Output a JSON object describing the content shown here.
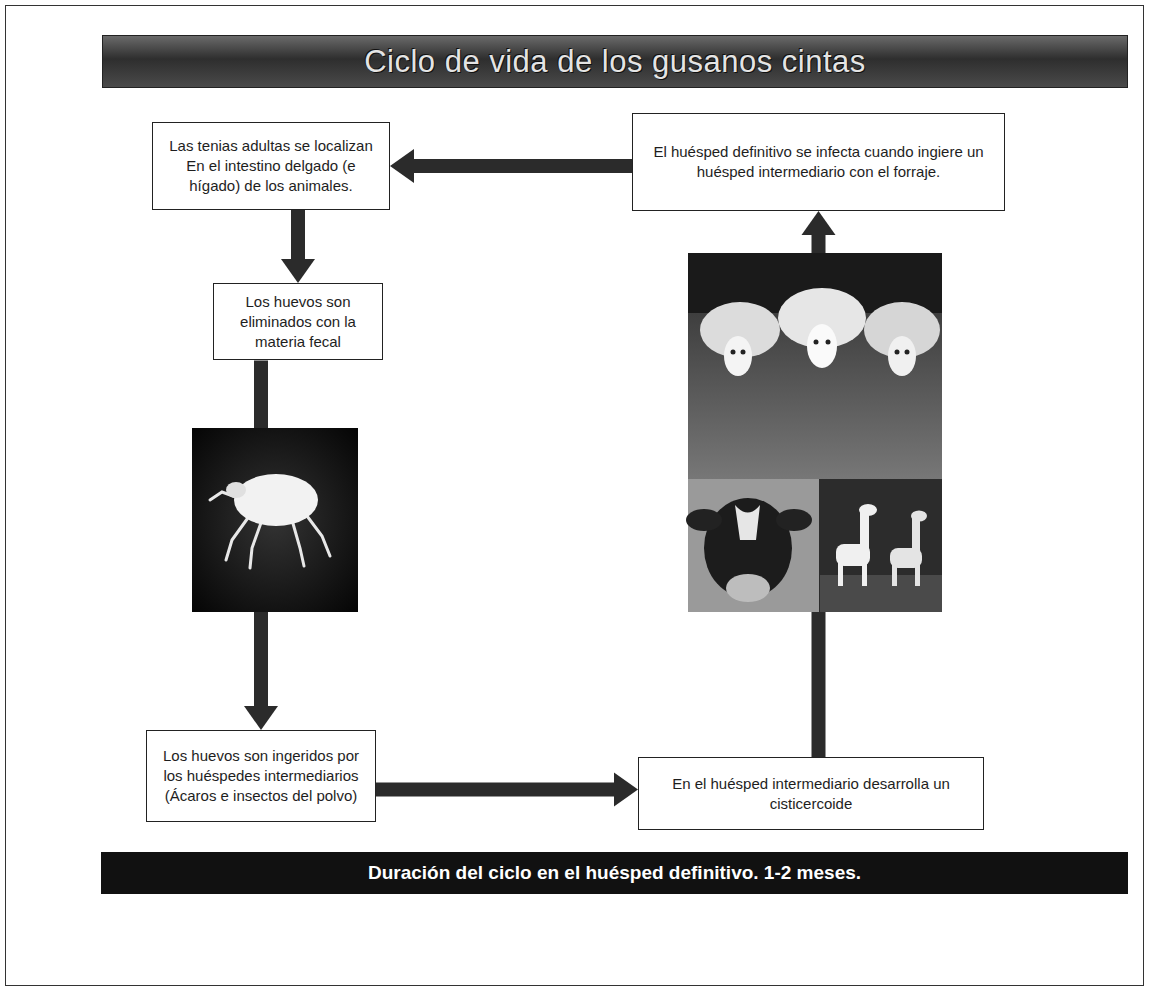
{
  "diagram": {
    "title": "Ciclo de vida de los gusanos cintas",
    "caption": "Duración del ciclo en el huésped definitivo. 1-2 meses.",
    "nodes": [
      {
        "text": [
          "Las tenias adultas se localizan En el intestino delgado (e hígado) de los animales."
        ]
      },
      {
        "text": [
          "Los huevos son eliminados con la materia fecal"
        ]
      },
      {
        "text": [
          "Los huevos son ingeridos por los huéspedes intermediarios (Ácaros e insectos del polvo)"
        ]
      },
      {
        "text": [
          "En el huésped intermediario desarrolla un cisticercoide"
        ]
      },
      {
        "text": [
          "El huésped definitivo se infecta cuando ingiere un huésped intermediario con el forraje."
        ]
      }
    ],
    "edges": [
      {
        "from": 4,
        "to": 0,
        "arrow": "to"
      },
      {
        "from": 0,
        "to": 1,
        "arrow": "to"
      },
      {
        "from": 1,
        "to": 2,
        "arrow": "to"
      },
      {
        "from": 2,
        "to": 3,
        "arrow": "to"
      },
      {
        "from": 3,
        "to": 4,
        "arrow": "to"
      }
    ]
  }
}
